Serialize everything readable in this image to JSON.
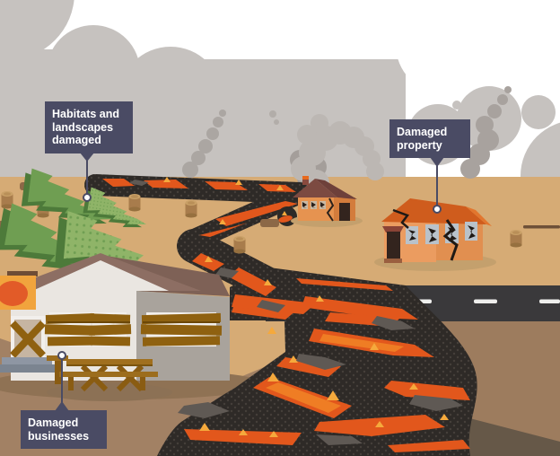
{
  "scene": {
    "title": "Effects of a volcanic eruption: lava flow damaging landscape, property and businesses",
    "labels": {
      "habitats": "Habitats and landscapes damaged",
      "property": "Damaged property",
      "businesses": "Damaged businesses"
    },
    "elements": [
      "ash-cloud-sky",
      "smoke-plumes",
      "felled-pine-trees",
      "tree-stumps",
      "lava-flow",
      "burning-small-house",
      "cracked-large-house",
      "boarded-up-business",
      "picnic-table",
      "blocked-road"
    ],
    "palette": {
      "sky_white": "#ffffff",
      "cloud_gray": "#c6c2bf",
      "smoke_gray": "#aba6a2",
      "ground_tan": "#d6ab75",
      "ground_brown": "#a28164",
      "ground_brown_right": "#9d7c5e",
      "ground_dark_wedge": "#665848",
      "lava_crust": "#2e2a27",
      "lava_orange": "#e2571c",
      "lava_bright": "#ef7d24",
      "lava_yellow": "#f5a93c",
      "rock_gray": "#5f5954",
      "road_asphalt": "#3a393b",
      "road_dash": "#efefed",
      "tree_green": "#6f9e52",
      "tree_green_dark": "#4d7a3a",
      "tree_green_light": "#8fb468",
      "stump_brown": "#a87c4c",
      "house_orange": "#eb9c60",
      "roof_orange": "#cf5c1d",
      "roof_dark_red": "#7c4a41",
      "business_wall_white": "#eae6e1",
      "business_wall_gray": "#a9a39c",
      "business_roof": "#8d6e63",
      "board_brown": "#8f6110",
      "sign_orange": "#f1a43d",
      "sign_disc": "#e25b28",
      "label_bg": "#4a4b64",
      "label_text": "#ffffff"
    }
  }
}
